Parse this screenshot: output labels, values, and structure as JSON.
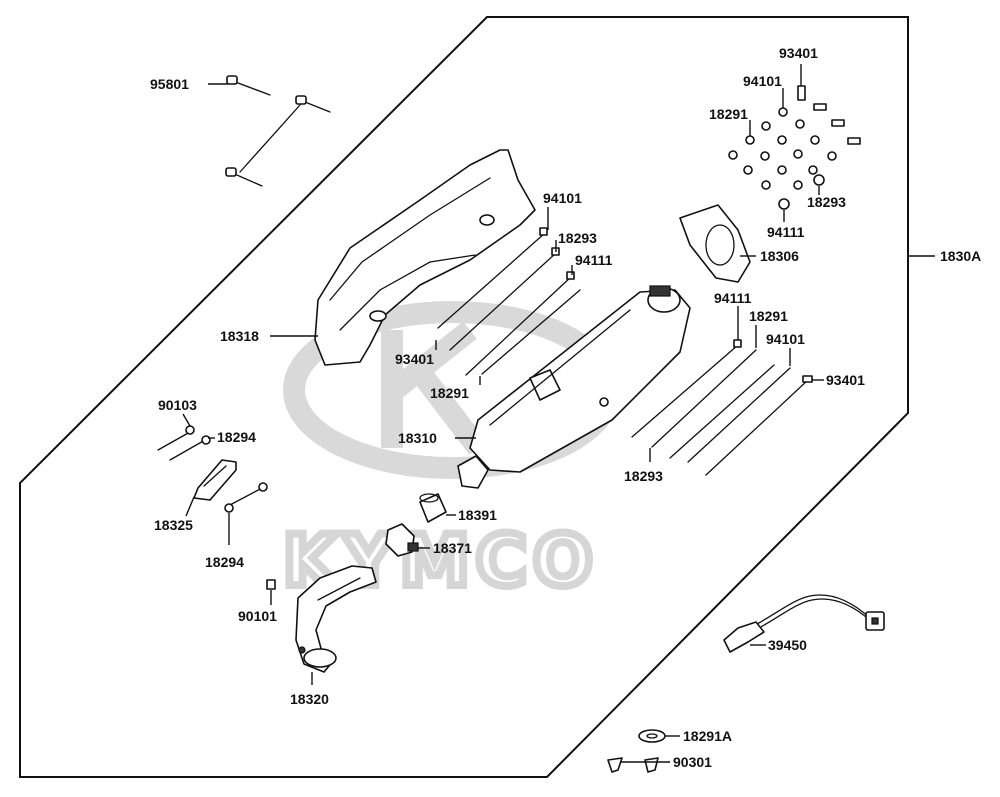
{
  "diagram": {
    "assembly_label": "1830A",
    "watermark_text": "KYMCO",
    "parts": {
      "p95801": "95801",
      "p18318": "18318",
      "p94101_a": "94101",
      "p18293_a": "18293",
      "p94111_a": "94111",
      "p93401_a": "93401",
      "p18291_a": "18291",
      "p93401_b": "93401",
      "p94101_b": "94101",
      "p18291_b": "18291",
      "p18293_b": "18293",
      "p94111_b": "94111",
      "p18306": "18306",
      "p94111_c": "94111",
      "p18291_c": "18291",
      "p94101_c": "94101",
      "p93401_c": "93401",
      "p18293_c": "18293",
      "p18310": "18310",
      "p90103": "90103",
      "p18294_a": "18294",
      "p18325": "18325",
      "p18294_b": "18294",
      "p18391": "18391",
      "p18371": "18371",
      "p90101": "90101",
      "p18320": "18320",
      "p39450": "39450",
      "p18291A": "18291A",
      "p90301": "90301"
    }
  }
}
